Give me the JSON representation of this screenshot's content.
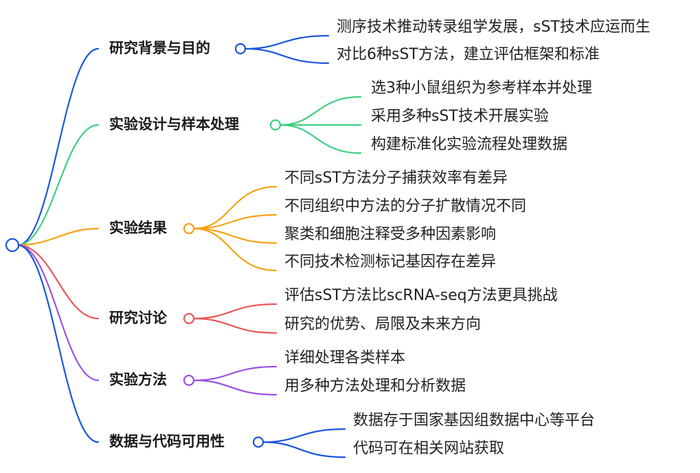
{
  "root": {
    "label": "",
    "color": "#1a56db"
  },
  "branches": [
    {
      "label": "研究背景与目的",
      "color": "#1a56db",
      "leaves": [
        "测序技术推动转录组学发展，sST技术应运而生",
        "对比6种sST方法，建立评估框架和标准"
      ]
    },
    {
      "label": "实验设计与样本处理",
      "color": "#3fcf7f",
      "leaves": [
        "选3种小鼠组织为参考样本并处理",
        "采用多种sST技术开展实验",
        "构建标准化实验流程处理数据"
      ]
    },
    {
      "label": "实验结果",
      "color": "#f5a214",
      "leaves": [
        "不同sST方法分子捕获效率有差异",
        "不同组织中方法的分子扩散情况不同",
        "聚类和细胞注释受多种因素影响",
        "不同技术检测标记基因存在差异"
      ]
    },
    {
      "label": "研究讨论",
      "color": "#eb5757",
      "leaves": [
        "评估sST方法比scRNA-seq方法更具挑战",
        "研究的优势、局限及未来方向"
      ]
    },
    {
      "label": "实验方法",
      "color": "#9b51e0",
      "leaves": [
        "详细处理各类样本",
        "用多种方法处理和分析数据"
      ]
    },
    {
      "label": "数据与代码可用性",
      "color": "#1a56db",
      "leaves": [
        "数据存于国家基因组数据中心等平台",
        "代码可在相关网站获取"
      ]
    }
  ]
}
